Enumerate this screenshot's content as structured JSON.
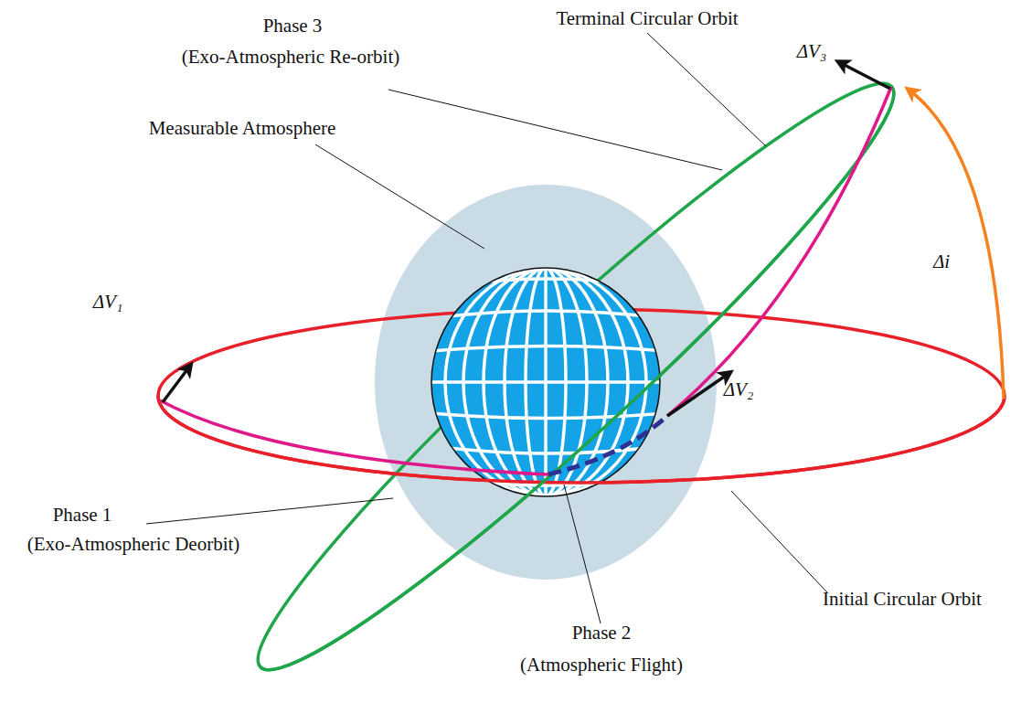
{
  "diagram": {
    "labels": [
      "Terminal Circular Orbit",
      "Phase 3",
      "(Exo-Atmospheric Re-orbit)",
      "Measurable Atmosphere",
      "ΔV₃",
      "ΔV₁",
      "ΔV₂",
      "Δi",
      "Phase 1",
      "(Exo-Atmospheric Deorbit)",
      "Initial Circular Orbit",
      "Phase 2",
      "(Atmospheric Flight)"
    ]
  }
}
